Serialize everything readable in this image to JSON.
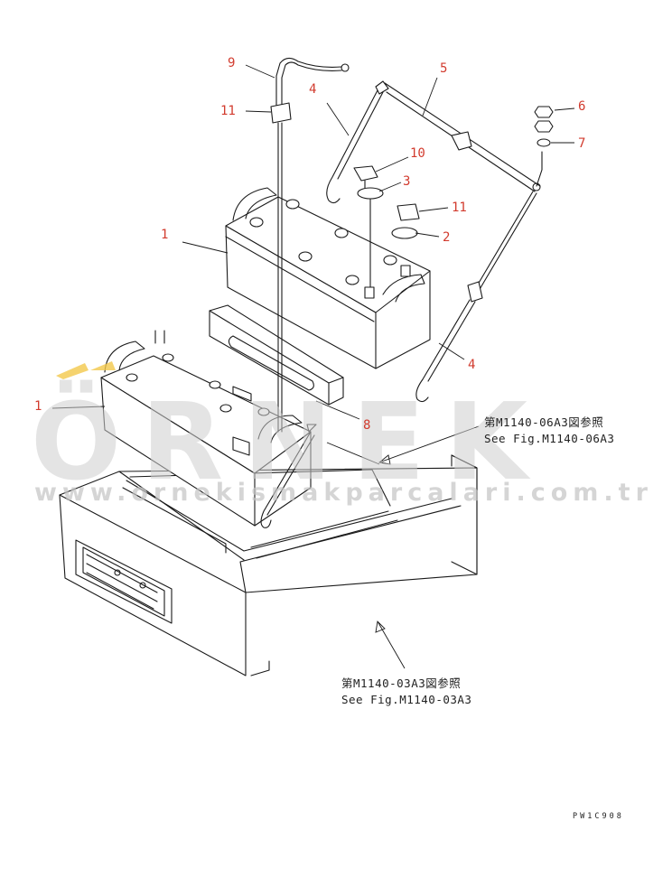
{
  "callouts": {
    "c1_top": "1",
    "c1_bottom": "1",
    "c2": "2",
    "c3": "3",
    "c4_cable": "4",
    "c4_rod": "4",
    "c5": "5",
    "c6": "6",
    "c7": "7",
    "c8": "8",
    "c9": "9",
    "c10": "10",
    "c11_left": "11",
    "c11_right": "11"
  },
  "references": {
    "upper_jp": "第M1140-06A3図参照",
    "upper_en": "See Fig.M1140-06A3",
    "lower_jp": "第M1140-03A3図参照",
    "lower_en": "See Fig.M1140-03A3"
  },
  "drawing_code": "PW1C908",
  "watermark": {
    "brand": "ÖRNEK",
    "url": "www.ornekismakparcalari.com.tr",
    "accent_color": "#f2c84b"
  },
  "colors": {
    "callout": "#d23b2e",
    "line": "#1a1a1a",
    "watermark": "#cfcfcf"
  }
}
